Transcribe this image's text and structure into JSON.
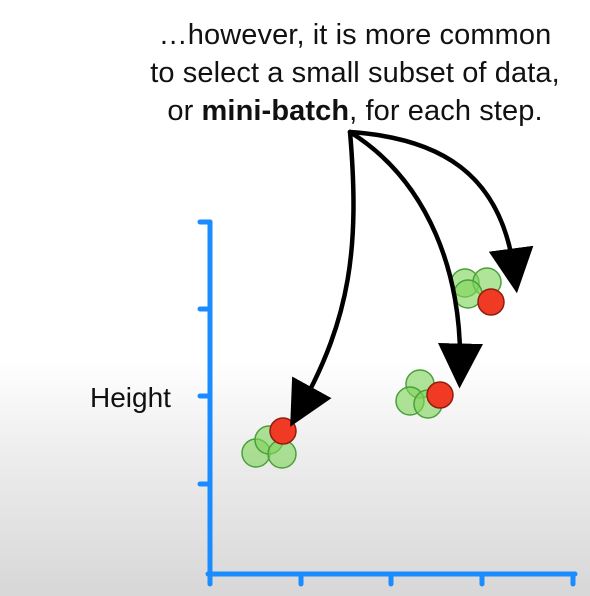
{
  "caption": {
    "line1": "…however, it is more common",
    "line2": "to select a small subset of data,",
    "line3_prefix": "or ",
    "line3_bold": "mini-batch",
    "line3_suffix": ", for each step."
  },
  "axes": {
    "y_label": "Height",
    "color": "#1a8cff"
  },
  "colors": {
    "green_fill": "#7fd45a",
    "green_stroke": "#4aa03a",
    "red_fill": "#f03a24",
    "red_stroke": "#8f1d12",
    "arrow": "#000000"
  }
}
